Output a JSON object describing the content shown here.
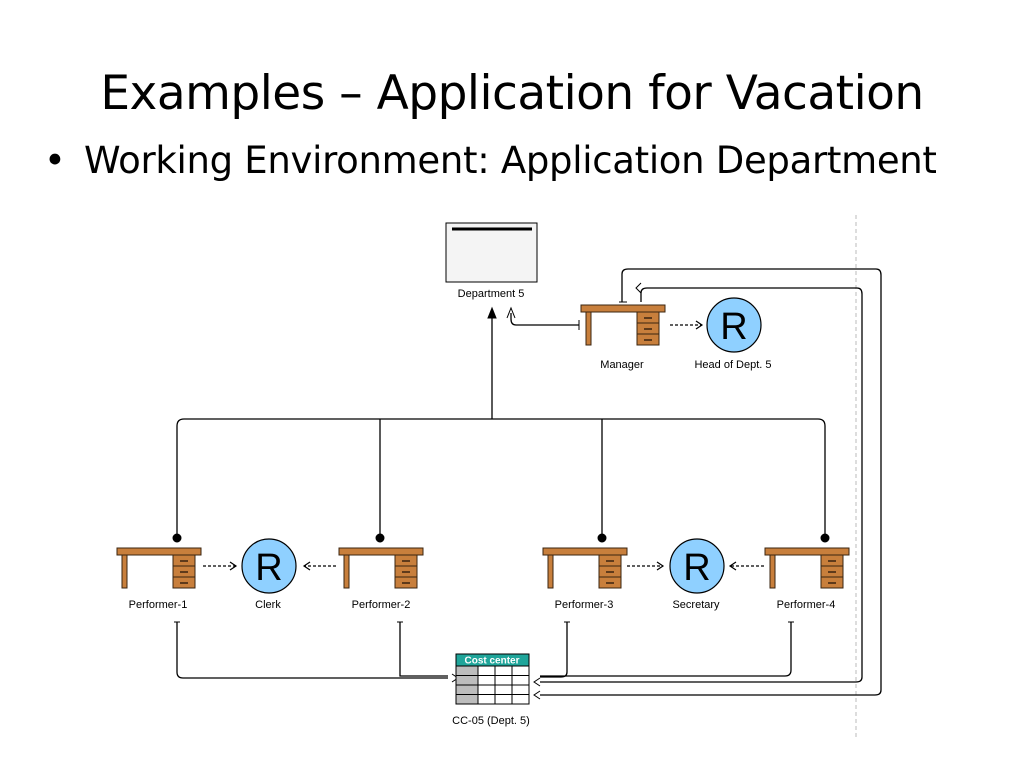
{
  "slide": {
    "title": "Examples – Application for Vacation",
    "bullet_symbol": "•",
    "bullet_text": "Working Environment: Application Department"
  },
  "diagram": {
    "org_unit": {
      "label": "Department 5"
    },
    "positions": [
      {
        "id": "manager",
        "label": "Manager"
      },
      {
        "id": "performer-1",
        "label": "Performer-1"
      },
      {
        "id": "performer-2",
        "label": "Performer-2"
      },
      {
        "id": "performer-3",
        "label": "Performer-3"
      },
      {
        "id": "performer-4",
        "label": "Performer-4"
      }
    ],
    "roles": [
      {
        "id": "head",
        "symbol": "R",
        "label": "Head of Dept. 5"
      },
      {
        "id": "clerk",
        "symbol": "R",
        "label": "Clerk"
      },
      {
        "id": "secretary",
        "symbol": "R",
        "label": "Secretary"
      }
    ],
    "cost_center": {
      "header": "Cost center",
      "label": "CC-05 (Dept. 5)"
    }
  },
  "colors": {
    "desk": "#c87f3c",
    "desk_outline": "#3a2410",
    "role_fill": "#8fd0ff",
    "cost_header": "#1fa59a",
    "cost_cell_grey": "#bdbdbd",
    "line": "#000000"
  }
}
